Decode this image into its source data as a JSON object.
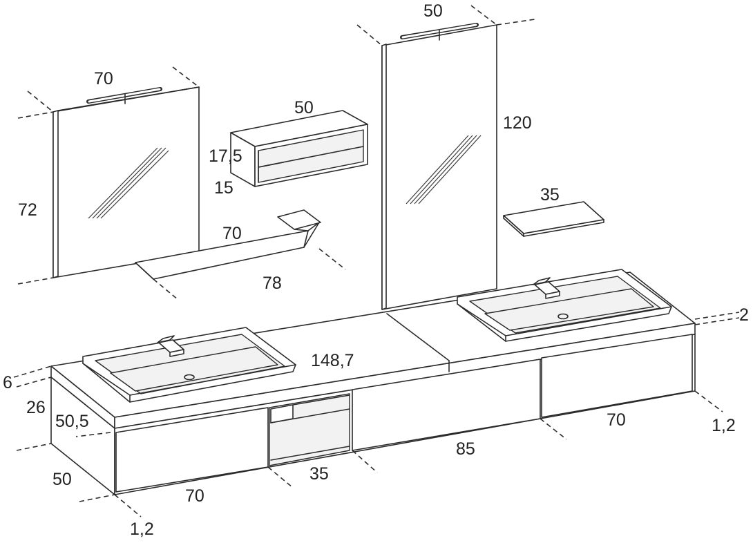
{
  "dimensions": {
    "mirror_left_width": "70",
    "mirror_left_height": "72",
    "shelf_box_width": "50",
    "shelf_box_height": "17,5",
    "shelf_box_depth": "15",
    "towel_rail_width": "70",
    "towel_rail_length": "78",
    "mirror_right_width": "50",
    "mirror_right_height": "120",
    "small_shelf_width": "35",
    "countertop_length": "148,7",
    "countertop_thickness": "6",
    "top_thickness_right": "2",
    "cabinet_height": "26",
    "cabinet_depth_inner": "50,5",
    "cabinet_depth": "50",
    "drawer_left_width": "70",
    "open_cell_width": "35",
    "drawer_middle_width": "85",
    "drawer_right_width": "70",
    "side_panel_left": "1,2",
    "side_panel_right": "1,2"
  },
  "colors": {
    "line": "#2b2b2b",
    "background": "#ffffff"
  }
}
